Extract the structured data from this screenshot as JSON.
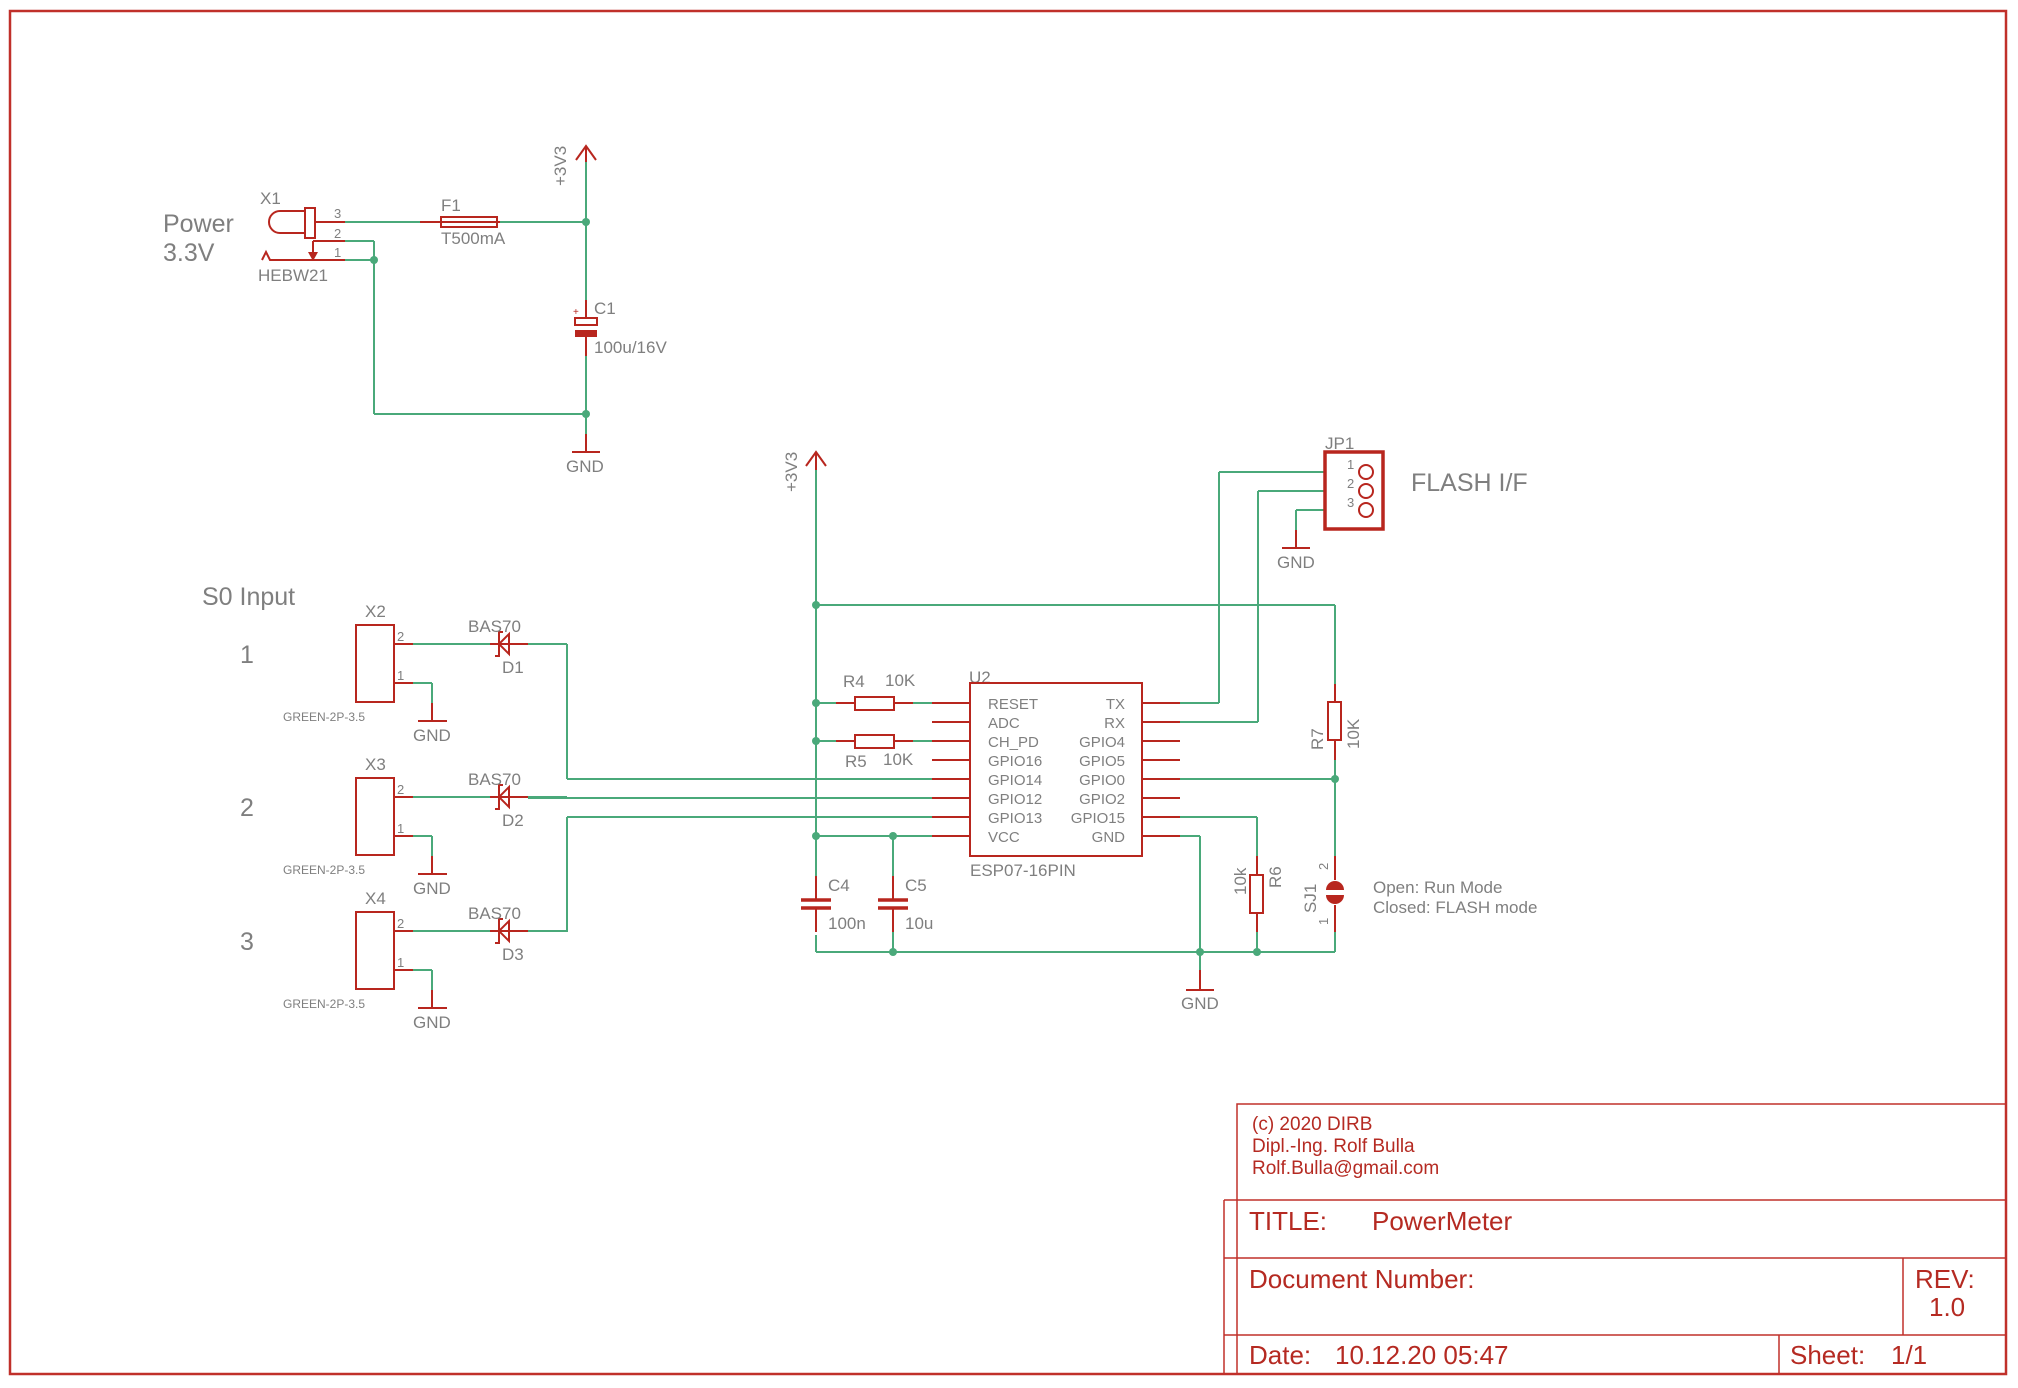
{
  "sheet": {
    "title_block": {
      "copyright": "(c) 2020 DIRB",
      "author": "Dipl.-Ing. Rolf Bulla",
      "email": "Rolf.Bulla@gmail.com",
      "title_label": "TITLE:",
      "title_value": "PowerMeter",
      "docnum_label": "Document Number:",
      "docnum_value": "",
      "rev_label": "REV:",
      "rev_value": "1.0",
      "date_label": "Date:",
      "date_value": "10.12.20 05:47",
      "sheet_label": "Sheet:",
      "sheet_value": "1/1"
    },
    "colors": {
      "wire": "#4aa97a",
      "symbol": "#b8261e",
      "label": "#7f7f7f",
      "frame": "#c0302a"
    }
  },
  "power_section": {
    "heading_line1": "Power",
    "heading_line2": "3.3V",
    "x1": {
      "name": "X1",
      "value": "HEBW21",
      "pins": [
        "3",
        "2",
        "1"
      ]
    },
    "f1": {
      "name": "F1",
      "value": "T500mA"
    },
    "c1": {
      "name": "C1",
      "value": "100u/16V",
      "polarity": "+"
    },
    "supply_label": "+3V3",
    "gnd_label": "GND"
  },
  "s0_section": {
    "heading": "S0 Input",
    "channels": [
      {
        "index": "1",
        "connector": "X2",
        "connector_value": "GREEN-2P-3.5",
        "diode": "D1",
        "diode_value": "BAS70",
        "pin_a": "2",
        "pin_b": "1",
        "gnd": "GND"
      },
      {
        "index": "2",
        "connector": "X3",
        "connector_value": "GREEN-2P-3.5",
        "diode": "D2",
        "diode_value": "BAS70",
        "pin_a": "2",
        "pin_b": "1",
        "gnd": "GND"
      },
      {
        "index": "3",
        "connector": "X4",
        "connector_value": "GREEN-2P-3.5",
        "diode": "D3",
        "diode_value": "BAS70",
        "pin_a": "2",
        "pin_b": "1",
        "gnd": "GND"
      }
    ]
  },
  "mcu_section": {
    "supply_label": "+3V3",
    "u2": {
      "name": "U2",
      "value": "ESP07-16PIN",
      "left_pins": [
        "RESET",
        "ADC",
        "CH_PD",
        "GPIO16",
        "GPIO14",
        "GPIO12",
        "GPIO13",
        "VCC"
      ],
      "right_pins": [
        "TX",
        "RX",
        "GPIO4",
        "GPIO5",
        "GPIO0",
        "GPIO2",
        "GPIO15",
        "GND"
      ]
    },
    "r4": {
      "name": "R4",
      "value": "10K"
    },
    "r5": {
      "name": "R5",
      "value": "10K"
    },
    "r6": {
      "name": "R6",
      "value": "10k"
    },
    "r7": {
      "name": "R7",
      "value": "10K"
    },
    "c4": {
      "name": "C4",
      "value": "100n"
    },
    "c5": {
      "name": "C5",
      "value": "10u"
    },
    "sj1": {
      "name": "SJ1",
      "pin_top": "2",
      "pin_bottom": "1",
      "note_line1": "Open: Run Mode",
      "note_line2": "Closed: FLASH mode"
    },
    "jp1": {
      "name": "JP1",
      "pins": [
        "1",
        "2",
        "3"
      ],
      "label": "FLASH I/F"
    },
    "gnd_label": "GND"
  }
}
